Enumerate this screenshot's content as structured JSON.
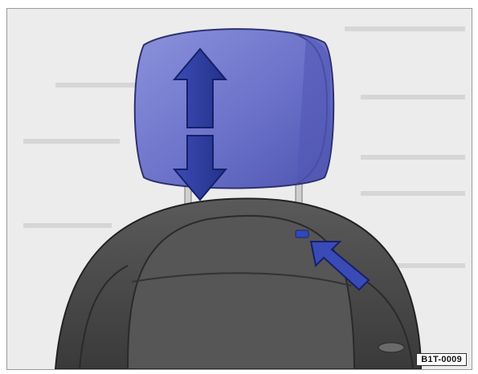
{
  "figure": {
    "code": "B1T-0009",
    "elements": {
      "headrest": "headrest",
      "seat": "seat-backrest",
      "up_down_arrow": "up-down-arrow-icon",
      "pointer_arrow": "pointer-arrow-icon",
      "release_button": "release-button"
    }
  },
  "colors": {
    "headrest": "#6b72c9",
    "arrow": "#2f3ea0",
    "seat": "#4a4a4a",
    "background": "#ececec"
  }
}
